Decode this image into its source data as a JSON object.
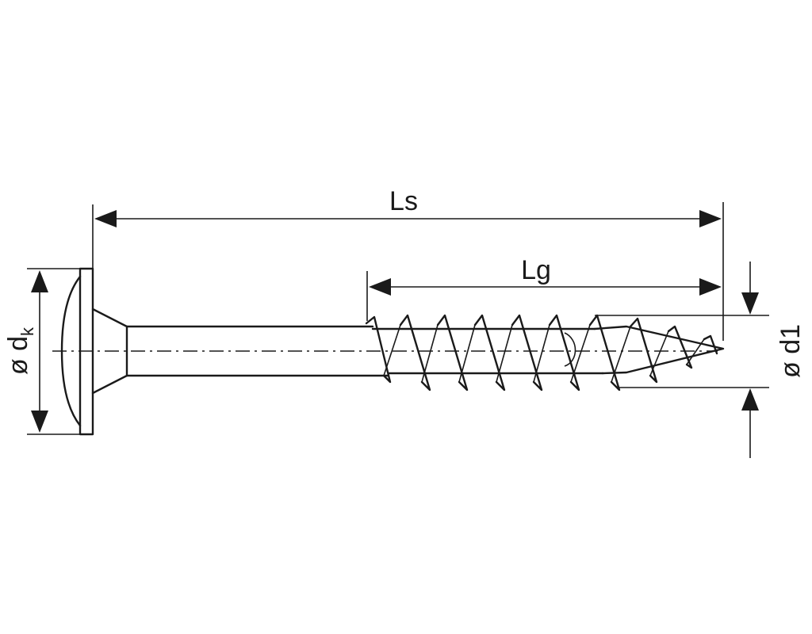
{
  "labels": {
    "ls": "Ls",
    "lg": "Lg",
    "dk_prefix": "ø d",
    "dk_sub": "k",
    "d1": "ø d1"
  }
}
